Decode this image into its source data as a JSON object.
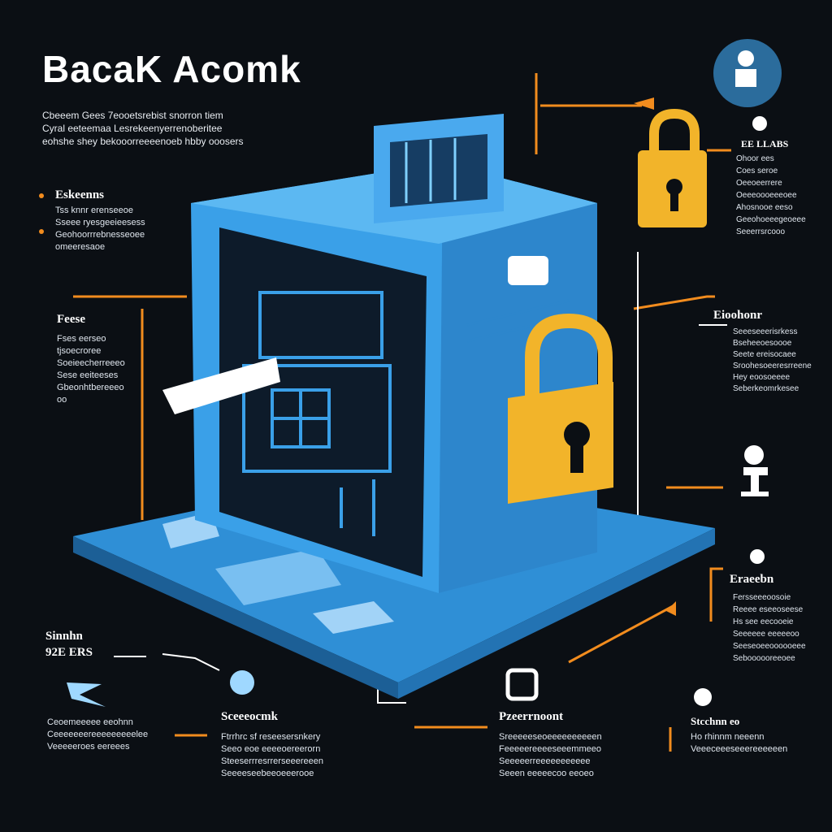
{
  "title": "BacaK Acomk",
  "intro": [
    "Cbeeem Gees 7eooetsrebist snorron tiem",
    "Cyral eeteemaa Lesrekeenyerrenoberitee",
    "eohshe shey bekooorreeeenoeb hbby ooosers"
  ],
  "left_sections": [
    {
      "title": "Eskeenns",
      "lines": [
        "Tss knnr erenseeoe",
        "Sseee ryesgeeieesess",
        "Geohoorrrebnesseoee",
        "omeeresaoe"
      ]
    },
    {
      "title": "Feese",
      "lines": [
        "Fses eerseo",
        "tjsoecroree",
        "Soeieecherreeeo",
        "Sese eeiteeses",
        "Gbeonhtbereeeo",
        "oo"
      ]
    },
    {
      "title": "Sinnhn",
      "subtitle": "92E ERS"
    }
  ],
  "right_sections": [
    {
      "title": "EE LLABS",
      "lines": [
        "Ohoor ees",
        "Coes seroe",
        "Oeeoeerrere",
        "Oeeeoooeeeoee",
        "Ahosnooe eeso",
        "Geeohoeeegeoeee",
        "Seeerrsrcooo"
      ]
    },
    {
      "title": "Eioohonr",
      "lines": [
        "Seeeseeerisrkess",
        "Bseheeoesoooe",
        "Seete ereisocaee",
        "Sroohesoeeresrreene",
        "Hey eoosoeeee",
        "Seberkeomrkesee"
      ]
    },
    {
      "title": "Eraeebn",
      "lines": [
        "Fersseeeoosoie",
        "Reeee eseeoseese",
        "Hs see eecooeie",
        "Seeeeee eeeeeoo",
        "Seeseoeeoooooeee",
        "Seboooooreeoee"
      ]
    }
  ],
  "bottom_sections": [
    {
      "title": "",
      "lines": [
        "Ceoemeeeee eeohnn",
        "Ceeeeeeereeeeeeeeelee",
        "Veeeeeroes eereees"
      ]
    },
    {
      "title": "Sceeeocmk",
      "lines": [
        "Ftrrhrc sf reseesersnkery",
        "Seeo eoe eeeeoereerorn",
        "Steeserrresrrerseeereeen",
        "Seeeeseebeeoeeerooe"
      ]
    },
    {
      "title": "Pzeerrnoont",
      "lines": [
        "Sreeeeeseoeeeeeeeeeen",
        "Feeeeereeeeseeemmeeo",
        "Seeeeerreeeeeeeeeee",
        "Seeen eeeeecoo eeoeo"
      ]
    },
    {
      "title": "Stcchnn eo",
      "lines": [
        "Ho rhinnm neeenn",
        "Veeeceeeseeereeeeeen"
      ]
    }
  ],
  "colors": {
    "accent": "#f28c1e",
    "device_blue": "#3aa0e8",
    "lock_gold": "#f2b42a",
    "background": "#0b0f14"
  }
}
